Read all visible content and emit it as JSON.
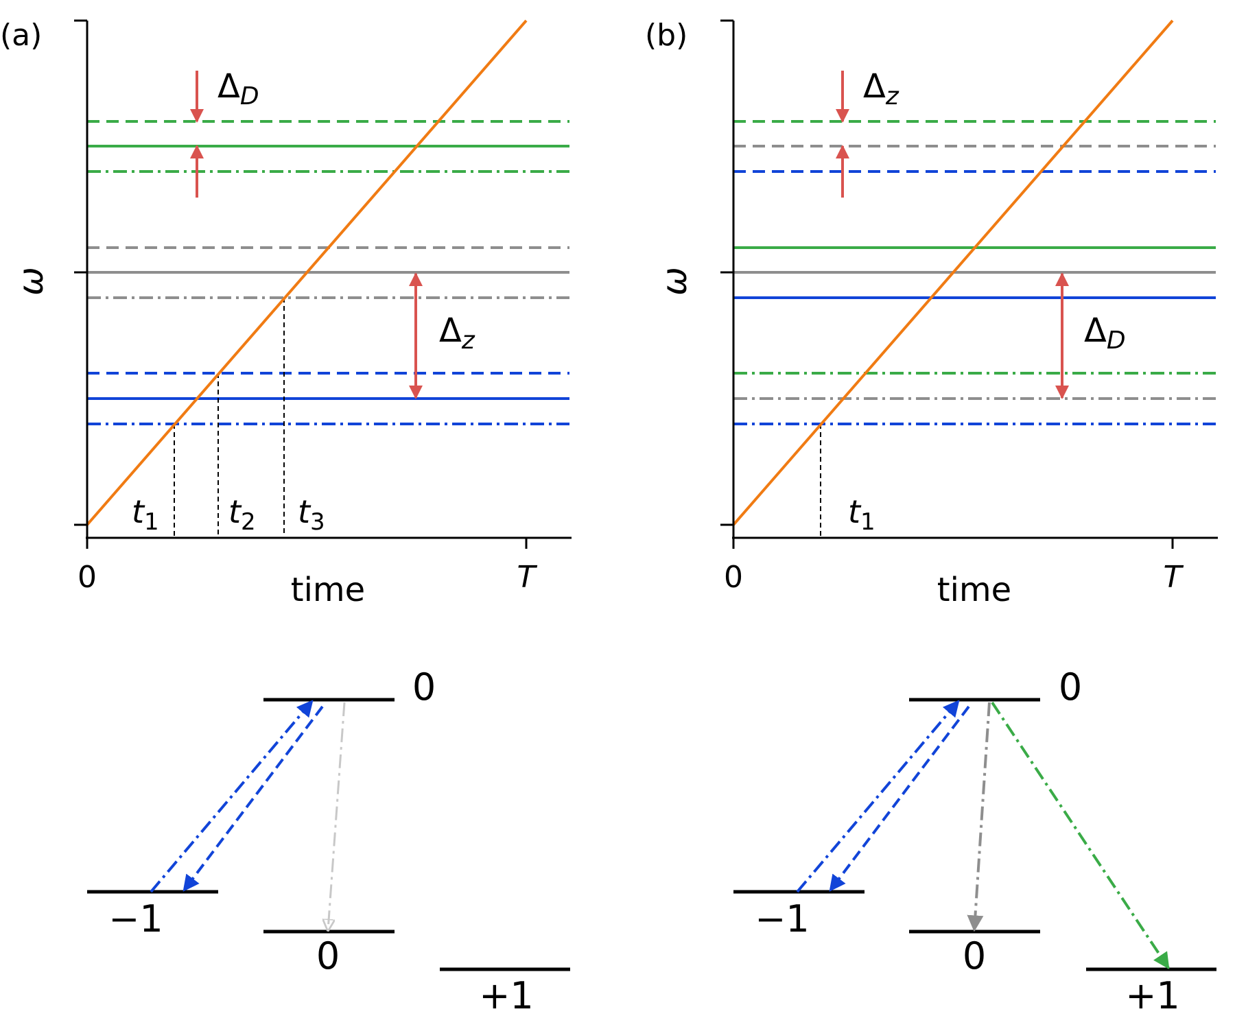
{
  "colors": {
    "orange": "#f07b13",
    "green": "#3aab47",
    "blue": "#1144d8",
    "gray": "#8e8e8e",
    "red": "#d9534f",
    "light_gray": "#c8c8c8",
    "black": "#000000"
  },
  "panel_a": {
    "label": "(a)",
    "ylabel": "ω",
    "xlabel": "time",
    "xtick_start": "0",
    "xtick_end": "T",
    "times": [
      {
        "base": "t",
        "sub": "1"
      },
      {
        "base": "t",
        "sub": "2"
      },
      {
        "base": "t",
        "sub": "3"
      }
    ],
    "delta_top": {
      "base": "Δ",
      "sub": "D"
    },
    "delta_mid": {
      "base": "Δ",
      "sub": "z"
    }
  },
  "panel_b": {
    "label": "(b)",
    "ylabel": "ω",
    "xlabel": "time",
    "xtick_start": "0",
    "xtick_end": "T",
    "times": [
      {
        "base": "t",
        "sub": "1"
      }
    ],
    "delta_top": {
      "base": "Δ",
      "sub": "z"
    },
    "delta_mid": {
      "base": "Δ",
      "sub": "D"
    }
  },
  "levels_a": {
    "top": "0",
    "left": "−1",
    "middle": "0",
    "right": "+1"
  },
  "levels_b": {
    "top": "0",
    "left": "−1",
    "middle": "0",
    "right": "+1"
  }
}
